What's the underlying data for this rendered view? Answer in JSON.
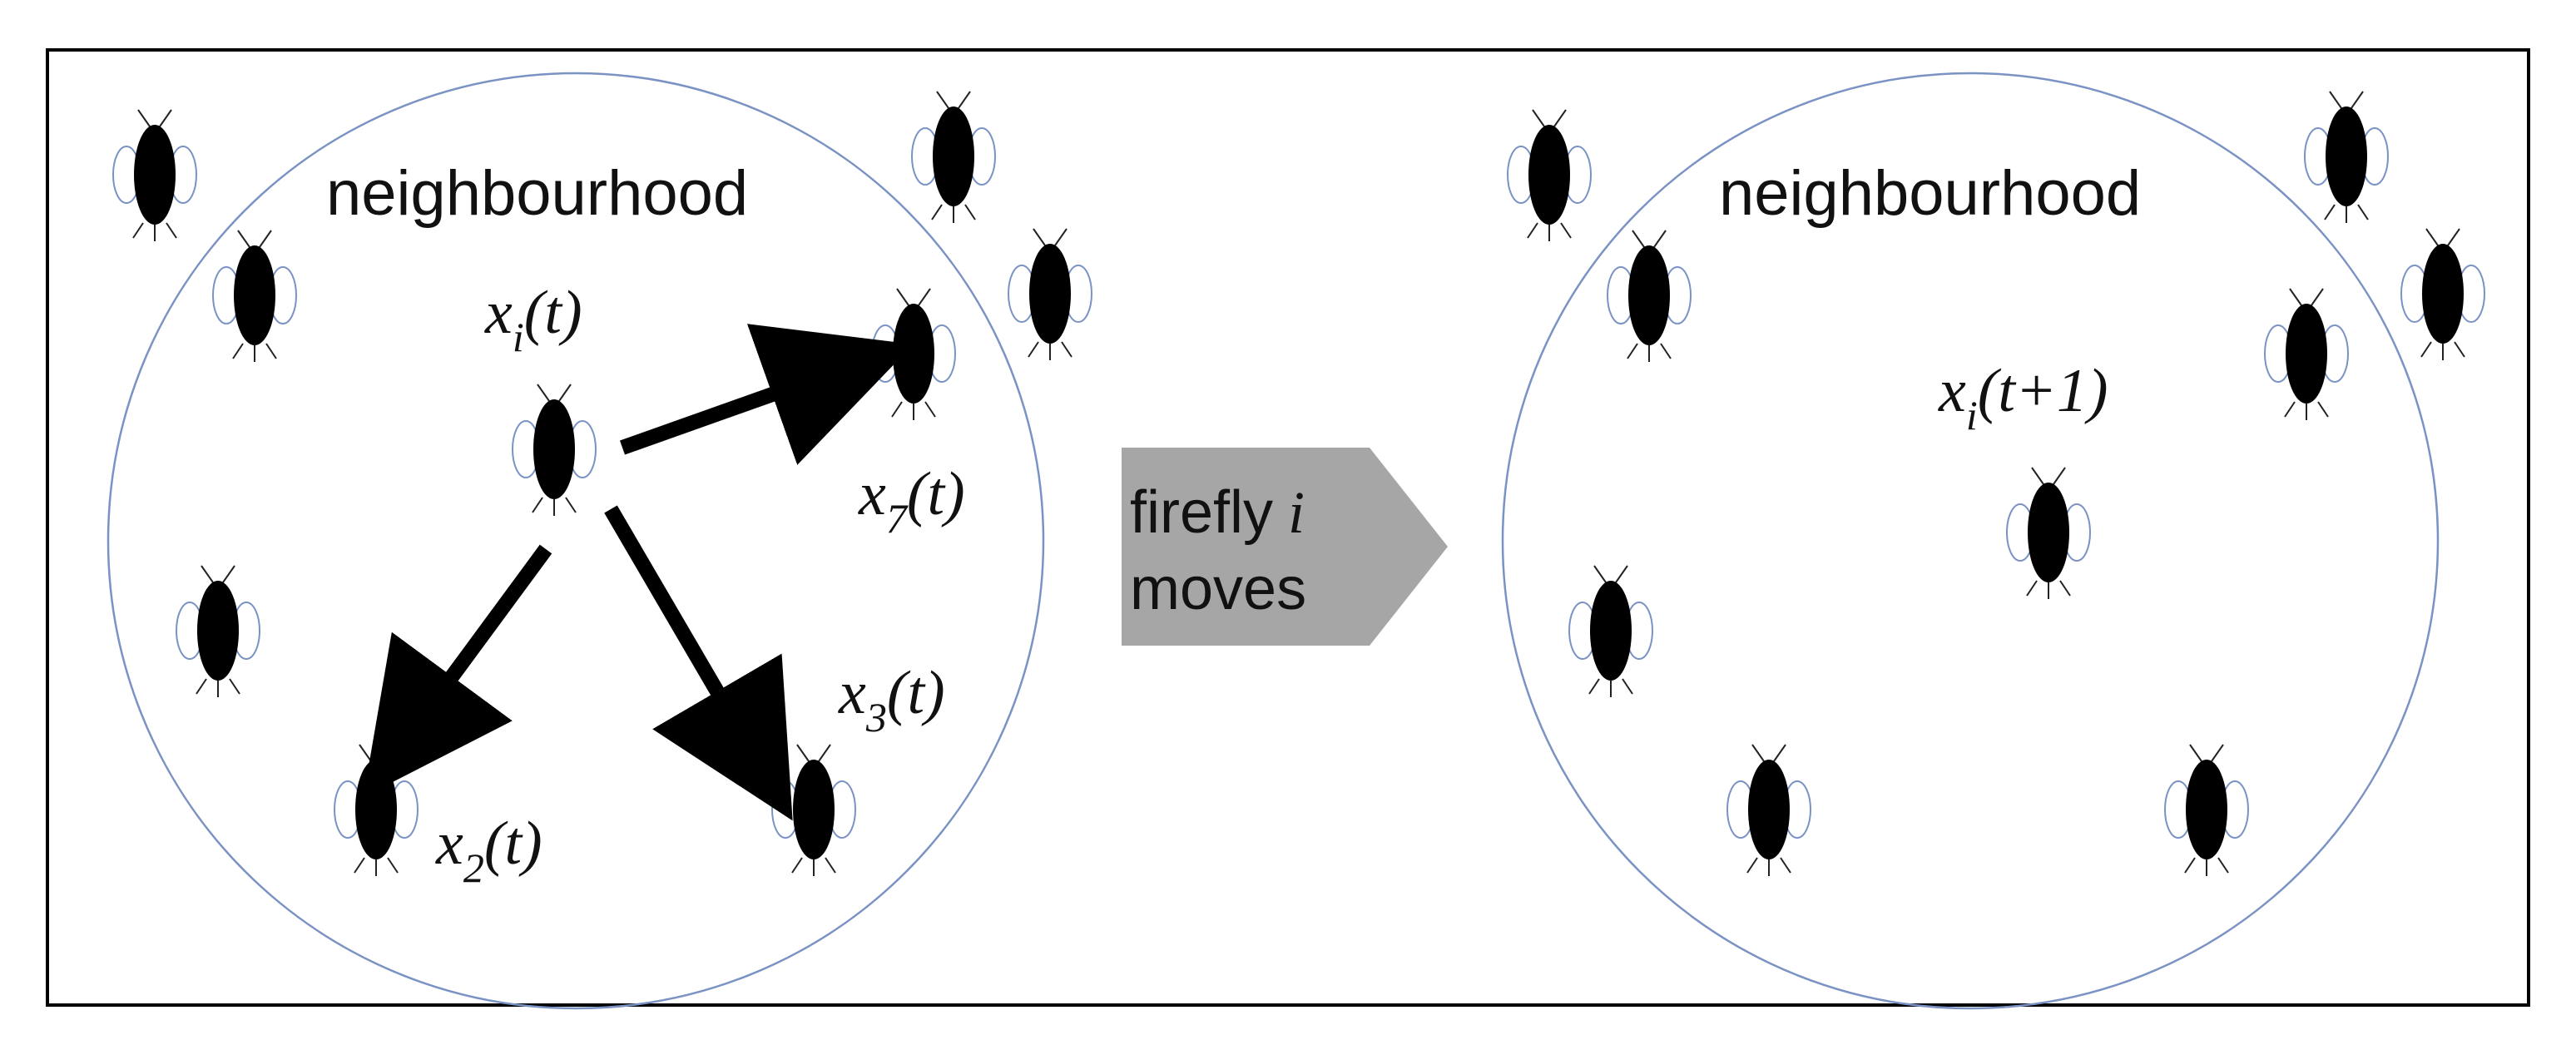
{
  "left_panel": {
    "region_label": "neighbourhood",
    "labels": {
      "xi": {
        "var": "x",
        "sub": "i",
        "arg": "(t)"
      },
      "x7": {
        "var": "x",
        "sub": "7",
        "arg": "(t)"
      },
      "x3": {
        "var": "x",
        "sub": "3",
        "arg": "(t)"
      },
      "x2": {
        "var": "x",
        "sub": "2",
        "arg": "(t)"
      }
    }
  },
  "transition": {
    "line1_text": "firefly",
    "line1_var": "i",
    "line2_text": "moves"
  },
  "right_panel": {
    "region_label": "neighbourhood",
    "labels": {
      "xi_next": {
        "var": "x",
        "sub": "i",
        "arg": "(t+1)"
      }
    }
  },
  "colors": {
    "frame": "#000000",
    "circle": "#7a93c4",
    "wing": "#7a93c4",
    "firefly_body": "#000000",
    "arrow": "#000000",
    "transition_shape": "#a6a6a6"
  }
}
